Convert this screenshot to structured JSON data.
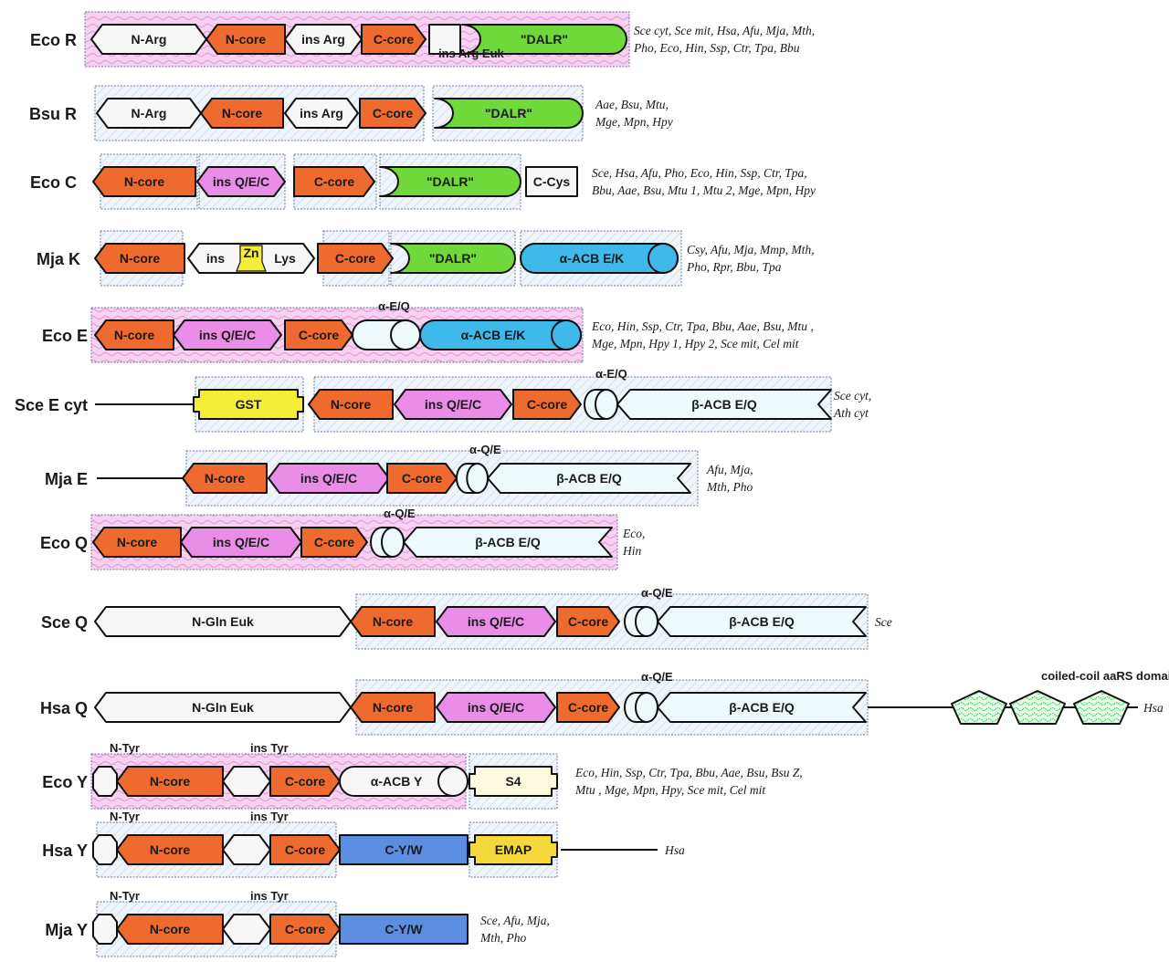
{
  "colors": {
    "core": "#ee6a2e",
    "ins_qec": "#e98de6",
    "dalr": "#6fd83a",
    "acb_alpha_blue": "#3fb9ea",
    "acb_beta": "#eef9fc",
    "white": "#f7f7f7",
    "gst": "#f4ee3a",
    "s4": "#fffbe0",
    "cyw": "#5b8ee0",
    "emap": "#f5d83c",
    "coil": "#e9fbe9",
    "coil_wave": "#2fc24f",
    "group_pink": "#f6d2f0",
    "group_blue": "#eef6fb"
  },
  "rows": [
    {
      "label": "Eco R",
      "species": [
        "Sce cyt, Sce mit, Hsa, Afu, Mja, Mth,",
        "Pho, Eco, Hin, Ssp, Ctr, Tpa, Bbu"
      ],
      "above": [
        {
          "text": "ins Arg Euk"
        }
      ],
      "domains": [
        {
          "label": "N-Arg",
          "shape": "hex",
          "color": "white"
        },
        {
          "label": "N-core",
          "shape": "arrow-left",
          "color": "core"
        },
        {
          "label": "ins Arg",
          "shape": "hex",
          "color": "white"
        },
        {
          "label": "C-core",
          "shape": "arrow-right",
          "color": "core"
        },
        {
          "label": "",
          "shape": "rect",
          "color": "white"
        },
        {
          "label": "\"DALR\"",
          "shape": "dalr",
          "color": "dalr"
        }
      ]
    },
    {
      "label": "Bsu R",
      "species": [
        "Aae, Bsu, Mtu,",
        "Mge, Mpn, Hpy"
      ],
      "above": [],
      "domains": [
        {
          "label": "N-Arg",
          "shape": "hex",
          "color": "white"
        },
        {
          "label": "N-core",
          "shape": "arrow-left",
          "color": "core"
        },
        {
          "label": "ins Arg",
          "shape": "hex",
          "color": "white"
        },
        {
          "label": "C-core",
          "shape": "arrow-right",
          "color": "core"
        },
        {
          "label": "\"DALR\"",
          "shape": "dalr",
          "color": "dalr"
        }
      ]
    },
    {
      "label": "Eco C",
      "species": [
        "Sce, Hsa, Afu, Pho, Eco, Hin, Ssp, Ctr, Tpa,",
        "Bbu, Aae, Bsu, Mtu 1, Mtu 2, Mge, Mpn, Hpy"
      ],
      "above": [],
      "domains": [
        {
          "label": "N-core",
          "shape": "arrow-left",
          "color": "core"
        },
        {
          "label": "ins Q/E/C",
          "shape": "hex",
          "color": "ins_qec"
        },
        {
          "label": "C-core",
          "shape": "arrow-right",
          "color": "core"
        },
        {
          "label": "\"DALR\"",
          "shape": "dalr",
          "color": "dalr"
        },
        {
          "label": "C-Cys",
          "shape": "rect",
          "color": "white"
        }
      ]
    },
    {
      "label": "Mja K",
      "species": [
        "Csy, Afu, Mja, Mmp, Mth,",
        "Pho, Rpr, Bbu, Tpa"
      ],
      "above": [],
      "domains": [
        {
          "label": "N-core",
          "shape": "arrow-left",
          "color": "core"
        },
        {
          "label": "ins",
          "label2": "Lys",
          "zn": "Zn",
          "shape": "hex-zn",
          "color": "white"
        },
        {
          "label": "C-core",
          "shape": "arrow-right",
          "color": "core"
        },
        {
          "label": "\"DALR\"",
          "shape": "dalr",
          "color": "dalr"
        },
        {
          "label": "α-ACB E/K",
          "shape": "cyl",
          "color": "acb_alpha_blue"
        }
      ]
    },
    {
      "label": "Eco E",
      "species": [
        "Eco, Hin, Ssp, Ctr, Tpa, Bbu, Aae, Bsu, Mtu ,",
        "Mge, Mpn, Hpy 1, Hpy 2, Sce mit, Cel mit"
      ],
      "above": [
        {
          "text": "α-E/Q"
        }
      ],
      "domains": [
        {
          "label": "N-core",
          "shape": "arrow-left",
          "color": "core"
        },
        {
          "label": "ins Q/E/C",
          "shape": "hex",
          "color": "ins_qec"
        },
        {
          "label": "C-core",
          "shape": "arrow-right",
          "color": "core"
        },
        {
          "label": "",
          "shape": "cyl",
          "color": "acb_beta"
        },
        {
          "label": "α-ACB E/K",
          "shape": "cyl",
          "color": "acb_alpha_blue"
        }
      ]
    },
    {
      "label": "Sce E cyt",
      "species": [
        "Sce cyt,",
        "Ath cyt"
      ],
      "above": [
        {
          "text": "α-E/Q"
        }
      ],
      "domains": [
        {
          "label": "GST",
          "shape": "notch",
          "color": "gst"
        },
        {
          "label": "N-core",
          "shape": "arrow-left",
          "color": "core"
        },
        {
          "label": "ins Q/E/C",
          "shape": "hex",
          "color": "ins_qec"
        },
        {
          "label": "C-core",
          "shape": "arrow-right",
          "color": "core"
        },
        {
          "label": "",
          "shape": "cyl",
          "color": "acb_beta"
        },
        {
          "label": "β-ACB E/Q",
          "shape": "beta",
          "color": "acb_beta"
        }
      ]
    },
    {
      "label": "Mja E",
      "species": [
        "Afu, Mja,",
        "Mth, Pho"
      ],
      "above": [
        {
          "text": "α-Q/E"
        }
      ],
      "domains": [
        {
          "label": "N-core",
          "shape": "arrow-left",
          "color": "core"
        },
        {
          "label": "ins Q/E/C",
          "shape": "hex",
          "color": "ins_qec"
        },
        {
          "label": "C-core",
          "shape": "arrow-right",
          "color": "core"
        },
        {
          "label": "",
          "shape": "cyl",
          "color": "acb_beta"
        },
        {
          "label": "β-ACB E/Q",
          "shape": "beta",
          "color": "acb_beta"
        }
      ]
    },
    {
      "label": "Eco Q",
      "species": [
        "Eco,",
        "Hin"
      ],
      "above": [
        {
          "text": "α-Q/E"
        }
      ],
      "domains": [
        {
          "label": "N-core",
          "shape": "arrow-left",
          "color": "core"
        },
        {
          "label": "ins Q/E/C",
          "shape": "hex",
          "color": "ins_qec"
        },
        {
          "label": "C-core",
          "shape": "arrow-right",
          "color": "core"
        },
        {
          "label": "",
          "shape": "cyl",
          "color": "acb_beta"
        },
        {
          "label": "β-ACB E/Q",
          "shape": "beta",
          "color": "acb_beta"
        }
      ]
    },
    {
      "label": "Sce Q",
      "species": [
        "Sce"
      ],
      "above": [
        {
          "text": "α-Q/E"
        }
      ],
      "domains": [
        {
          "label": "N-Gln Euk",
          "shape": "hex",
          "color": "white"
        },
        {
          "label": "N-core",
          "shape": "arrow-left",
          "color": "core"
        },
        {
          "label": "ins Q/E/C",
          "shape": "hex",
          "color": "ins_qec"
        },
        {
          "label": "C-core",
          "shape": "arrow-right",
          "color": "core"
        },
        {
          "label": "",
          "shape": "cyl",
          "color": "acb_beta"
        },
        {
          "label": "β-ACB E/Q",
          "shape": "beta",
          "color": "acb_beta"
        }
      ]
    },
    {
      "label": "Hsa Q",
      "species": [
        "Hsa"
      ],
      "above": [
        {
          "text": "α-Q/E"
        },
        {
          "text": "coiled-coil aaRS domain"
        }
      ],
      "domains": [
        {
          "label": "N-Gln Euk",
          "shape": "hex",
          "color": "white"
        },
        {
          "label": "N-core",
          "shape": "arrow-left",
          "color": "core"
        },
        {
          "label": "ins Q/E/C",
          "shape": "hex",
          "color": "ins_qec"
        },
        {
          "label": "C-core",
          "shape": "arrow-right",
          "color": "core"
        },
        {
          "label": "",
          "shape": "cyl",
          "color": "acb_beta"
        },
        {
          "label": "β-ACB E/Q",
          "shape": "beta",
          "color": "acb_beta"
        },
        {
          "label": "",
          "shape": "pent",
          "color": "coil"
        },
        {
          "label": "",
          "shape": "pent",
          "color": "coil"
        },
        {
          "label": "",
          "shape": "pent",
          "color": "coil"
        }
      ]
    },
    {
      "label": "Eco Y",
      "species": [
        "Eco, Hin, Ssp, Ctr, Tpa, Bbu, Aae, Bsu,  Bsu Z,",
        "Mtu , Mge, Mpn, Hpy, Sce mit, Cel mit"
      ],
      "above": [
        {
          "text": "N-Tyr"
        },
        {
          "text": "ins Tyr"
        }
      ],
      "domains": [
        {
          "label": "",
          "shape": "oct",
          "color": "white"
        },
        {
          "label": "N-core",
          "shape": "arrow-left",
          "color": "core"
        },
        {
          "label": "",
          "shape": "hex",
          "color": "white"
        },
        {
          "label": "C-core",
          "shape": "arrow-right",
          "color": "core"
        },
        {
          "label": "α-ACB Y",
          "shape": "cyl",
          "color": "white"
        },
        {
          "label": "S4",
          "shape": "notch",
          "color": "s4"
        }
      ]
    },
    {
      "label": "Hsa Y",
      "species": [
        "Hsa"
      ],
      "above": [
        {
          "text": "N-Tyr"
        },
        {
          "text": "ins Tyr"
        }
      ],
      "domains": [
        {
          "label": "",
          "shape": "oct",
          "color": "white"
        },
        {
          "label": "N-core",
          "shape": "arrow-left",
          "color": "core"
        },
        {
          "label": "",
          "shape": "hex",
          "color": "white"
        },
        {
          "label": "C-core",
          "shape": "arrow-right",
          "color": "core"
        },
        {
          "label": "C-Y/W",
          "shape": "rect",
          "color": "cyw"
        },
        {
          "label": "EMAP",
          "shape": "notch",
          "color": "emap"
        }
      ]
    },
    {
      "label": "Mja Y",
      "species": [
        "Sce, Afu, Mja,",
        "Mth, Pho"
      ],
      "above": [
        {
          "text": "N-Tyr"
        },
        {
          "text": "ins Tyr"
        }
      ],
      "domains": [
        {
          "label": "",
          "shape": "oct",
          "color": "white"
        },
        {
          "label": "N-core",
          "shape": "arrow-left",
          "color": "core"
        },
        {
          "label": "",
          "shape": "hex",
          "color": "white"
        },
        {
          "label": "C-core",
          "shape": "arrow-right",
          "color": "core"
        },
        {
          "label": "C-Y/W",
          "shape": "rect",
          "color": "cyw"
        }
      ]
    }
  ]
}
